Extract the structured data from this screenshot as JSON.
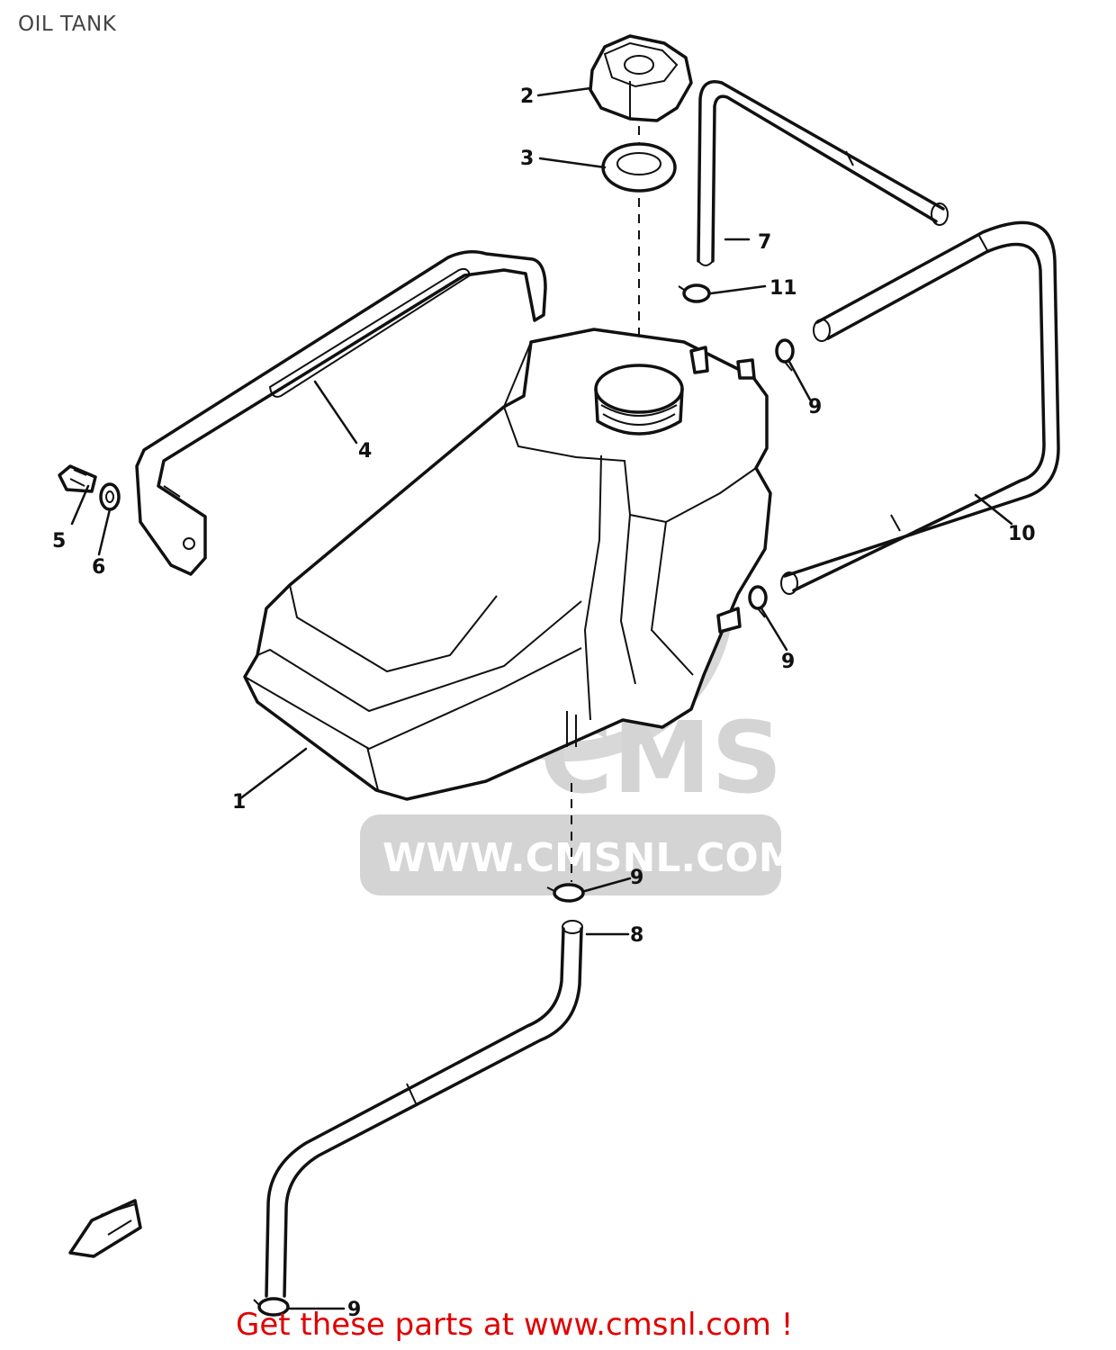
{
  "header": {
    "title": "OIL TANK"
  },
  "footer": {
    "text": "Get these parts at www.cmsnl.com !"
  },
  "watermark": {
    "brand": "CMS",
    "url": "WWW.CMSNL.COM"
  },
  "colors": {
    "line": "#111111",
    "footer": "#e00000",
    "watermark": "#d0d0d0"
  },
  "callouts": {
    "c1": "1",
    "c2": "2",
    "c3": "3",
    "c4": "4",
    "c5": "5",
    "c6": "6",
    "c7": "7",
    "c8": "8",
    "c9a": "9",
    "c9b": "9",
    "c9c": "9",
    "c9d": "9",
    "c10": "10",
    "c11": "11"
  }
}
